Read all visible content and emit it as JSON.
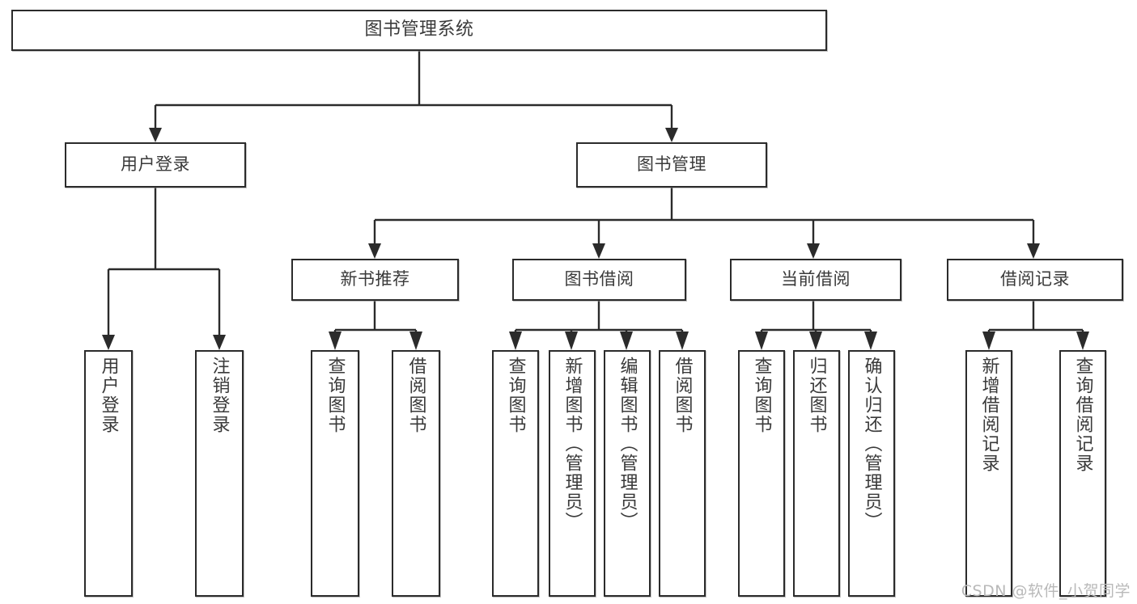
{
  "diagram": {
    "title": "图书管理系统",
    "watermark": "CSDN @软件_小贺同学",
    "colors": {
      "stroke": "#2b2b2b",
      "text": "#3a3a3a",
      "background": "#ffffff",
      "watermark": "#b9b9b9"
    },
    "root": {
      "label": "图书管理系统"
    },
    "level2": [
      {
        "label": "用户登录"
      },
      {
        "label": "图书管理"
      }
    ],
    "level3": [
      {
        "label": "新书推荐"
      },
      {
        "label": "图书借阅"
      },
      {
        "label": "当前借阅"
      },
      {
        "label": "借阅记录"
      }
    ],
    "leaves": {
      "user_login": [
        {
          "label": "用户登录"
        },
        {
          "label": "注销登录"
        }
      ],
      "new_book_recommend": [
        {
          "label": "查询图书"
        },
        {
          "label": "借阅图书"
        }
      ],
      "book_borrow": [
        {
          "label": "查询图书"
        },
        {
          "label": "新增图书（管理员）"
        },
        {
          "label": "编辑图书（管理员）"
        },
        {
          "label": "借阅图书"
        }
      ],
      "current_borrow": [
        {
          "label": "查询图书"
        },
        {
          "label": "归还图书"
        },
        {
          "label": "确认归还（管理员）"
        }
      ],
      "borrow_record": [
        {
          "label": "新增借阅记录"
        },
        {
          "label": "查询借阅记录"
        }
      ]
    }
  }
}
